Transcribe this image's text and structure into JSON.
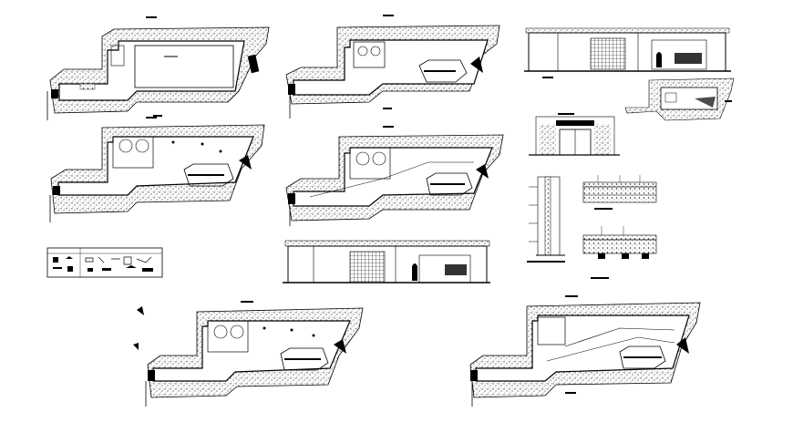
{
  "sheet": {
    "background": "#ffffff",
    "ink": "#000000",
    "fill_hatch": "#9a9a9a",
    "drawing_count": 14
  },
  "drawings": [
    {
      "id": "plan-1",
      "kind": "floor-plan"
    },
    {
      "id": "plan-2",
      "kind": "floor-plan"
    },
    {
      "id": "plan-3",
      "kind": "floor-plan"
    },
    {
      "id": "plan-4",
      "kind": "floor-plan"
    },
    {
      "id": "plan-5",
      "kind": "floor-plan"
    },
    {
      "id": "plan-6",
      "kind": "floor-plan"
    },
    {
      "id": "elevation-1",
      "kind": "elevation"
    },
    {
      "id": "elevation-2",
      "kind": "elevation"
    },
    {
      "id": "section-1",
      "kind": "section"
    },
    {
      "id": "entrance-elevation",
      "kind": "elevation"
    },
    {
      "id": "wall-section",
      "kind": "section-detail"
    },
    {
      "id": "floor-detail-1",
      "kind": "section-detail"
    },
    {
      "id": "floor-detail-2",
      "kind": "section-detail"
    },
    {
      "id": "legend",
      "kind": "legend"
    }
  ]
}
